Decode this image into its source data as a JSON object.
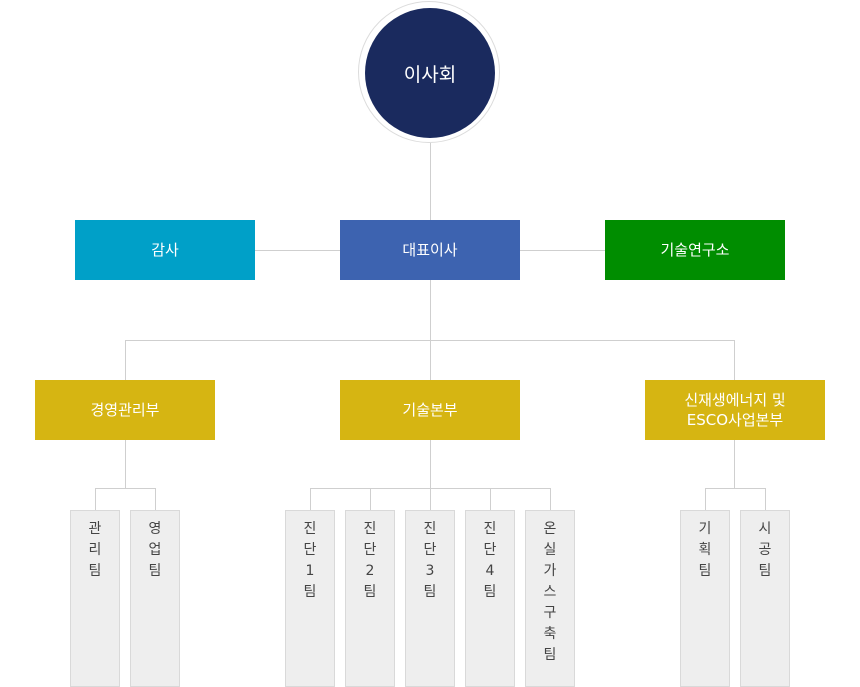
{
  "colors": {
    "board": "#1a2a5e",
    "audit": "#00a0c8",
    "ceo": "#3d63b0",
    "lab": "#008d00",
    "division": "#d6b512",
    "team_bg": "#eeeeee",
    "line": "#cfcfcf"
  },
  "board": {
    "label": "이사회"
  },
  "audit": {
    "label": "감사"
  },
  "ceo": {
    "label": "대표이사"
  },
  "lab": {
    "label": "기술연구소"
  },
  "divisions": [
    {
      "label": "경영관리부",
      "teams": [
        "관리팀",
        "영업팀"
      ]
    },
    {
      "label": "기술본부",
      "teams": [
        "진단1팀",
        "진단2팀",
        "진단3팀",
        "진단4팀",
        "온실가스구축팀"
      ]
    },
    {
      "label_line1": "신재생에너지 및",
      "label_line2": "ESCO사업본부",
      "teams": [
        "기획팀",
        "시공팀"
      ]
    }
  ]
}
